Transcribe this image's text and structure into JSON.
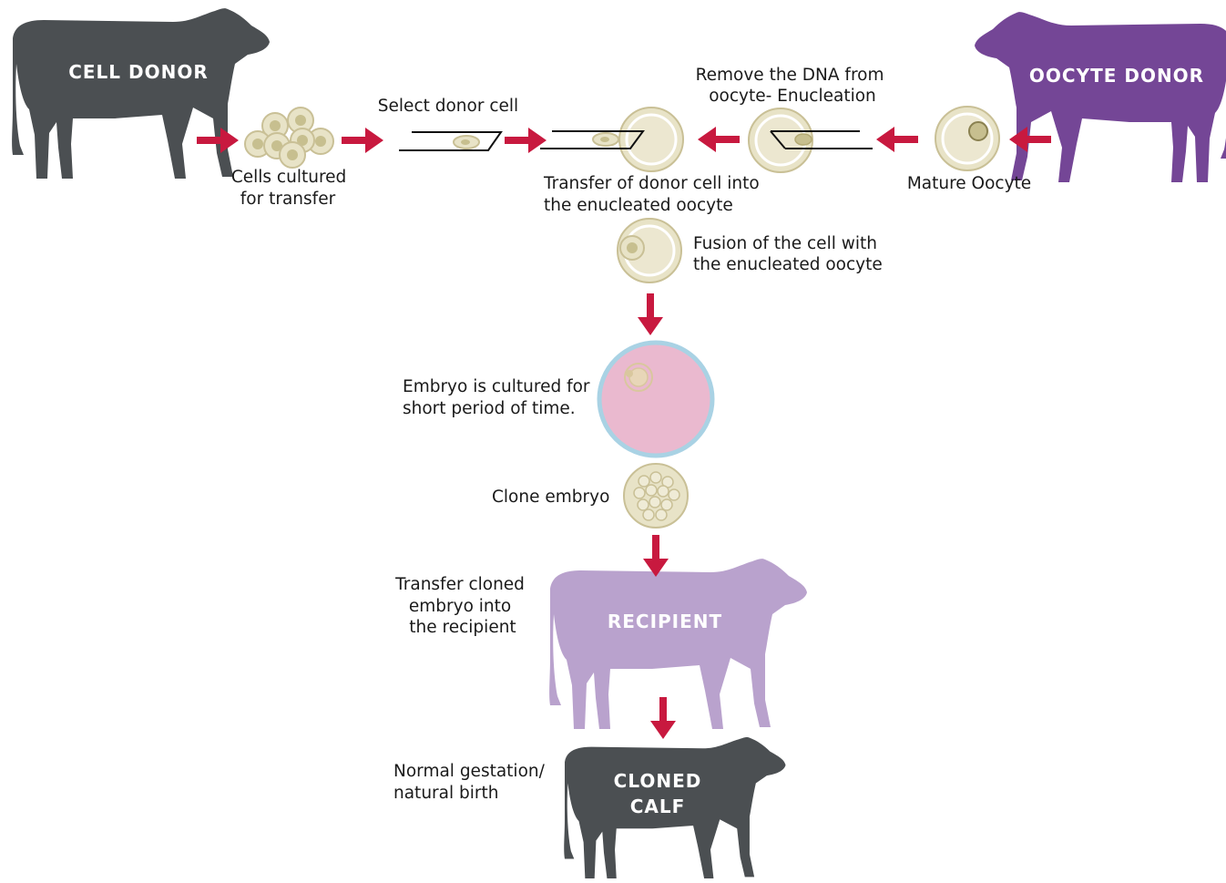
{
  "colors": {
    "cell_donor": "#4b4f52",
    "oocyte_donor": "#744696",
    "recipient": "#b9a2cd",
    "cloned_calf": "#4b4f52",
    "arrow": "#c8193f",
    "cell_fill": "#e8e3c7",
    "cell_stroke": "#c9c096",
    "nucleus": "#c7bf8f",
    "embryo_fill": "#eab9cf",
    "embryo_ring": "#a9d2e4"
  },
  "cows": {
    "cell_donor": "CELL DONOR",
    "oocyte_donor": "OOCYTE DONOR",
    "recipient": "RECIPIENT",
    "cloned_calf": [
      "CLONED",
      "CALF"
    ]
  },
  "steps": {
    "cells_cultured": [
      "Cells cultured",
      "for transfer"
    ],
    "select_donor": [
      "Select donor cell"
    ],
    "transfer_donor": [
      "Transfer of donor cell into",
      "the enucleated oocyte"
    ],
    "remove_dna": [
      "Remove the DNA from",
      "oocyte- Enucleation"
    ],
    "mature_oocyte": [
      "Mature Oocyte"
    ],
    "fusion": [
      "Fusion of the cell with",
      "the enucleated oocyte"
    ],
    "embryo_cultured": [
      "Embryo is cultured for",
      "short period of time."
    ],
    "clone_embryo": [
      "Clone embryo"
    ],
    "transfer_cloned": [
      "Transfer cloned",
      "embryo into",
      "the recipient"
    ],
    "gestation": [
      "Normal gestation/",
      "natural birth"
    ]
  }
}
